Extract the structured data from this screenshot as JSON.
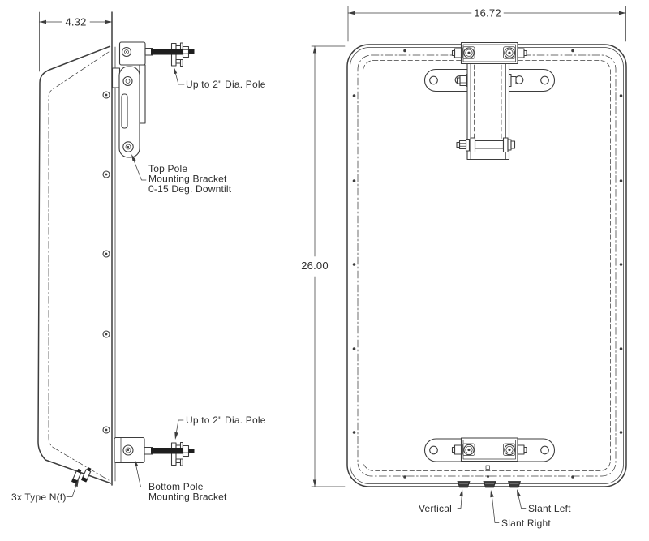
{
  "dimensions": {
    "depth_in": "4.32",
    "width_in": "16.72",
    "height_in": "26.00"
  },
  "labels": {
    "top_clamp": "Up to 2\" Dia. Pole",
    "bottom_clamp": "Up to 2\" Dia. Pole",
    "top_bracket": [
      "Top Pole",
      "Mounting Bracket",
      "0-15 Deg. Downtilt"
    ],
    "bottom_bracket": [
      "Bottom Pole",
      "Mounting Bracket"
    ],
    "connectors": "3x Type N(f)",
    "port_vertical": "Vertical",
    "port_slant_right": "Slant Right",
    "port_slant_left": "Slant Left"
  },
  "colors": {
    "line": "#3d3d3d",
    "background": "#ffffff",
    "dark_fill": "#1e1e1e"
  }
}
